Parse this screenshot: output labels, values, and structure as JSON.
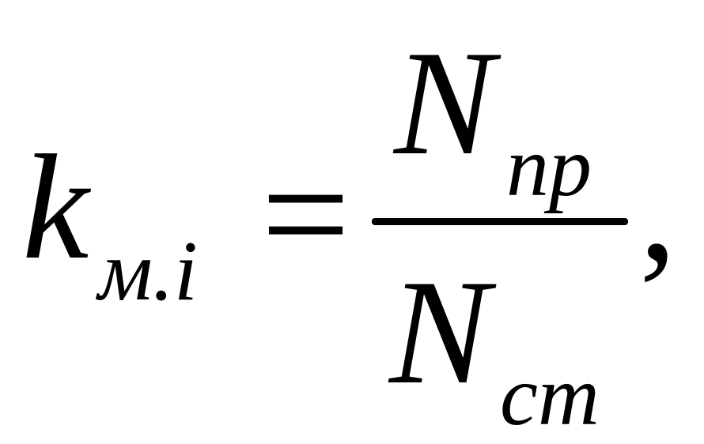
{
  "formula": {
    "lhs": {
      "symbol": "k",
      "subscript": "м.і"
    },
    "relation": "=",
    "fraction": {
      "numerator": {
        "symbol": "N",
        "subscript": "пр"
      },
      "denominator": {
        "symbol": "N",
        "subscript": "ст"
      }
    },
    "trailing_punctuation": ","
  }
}
